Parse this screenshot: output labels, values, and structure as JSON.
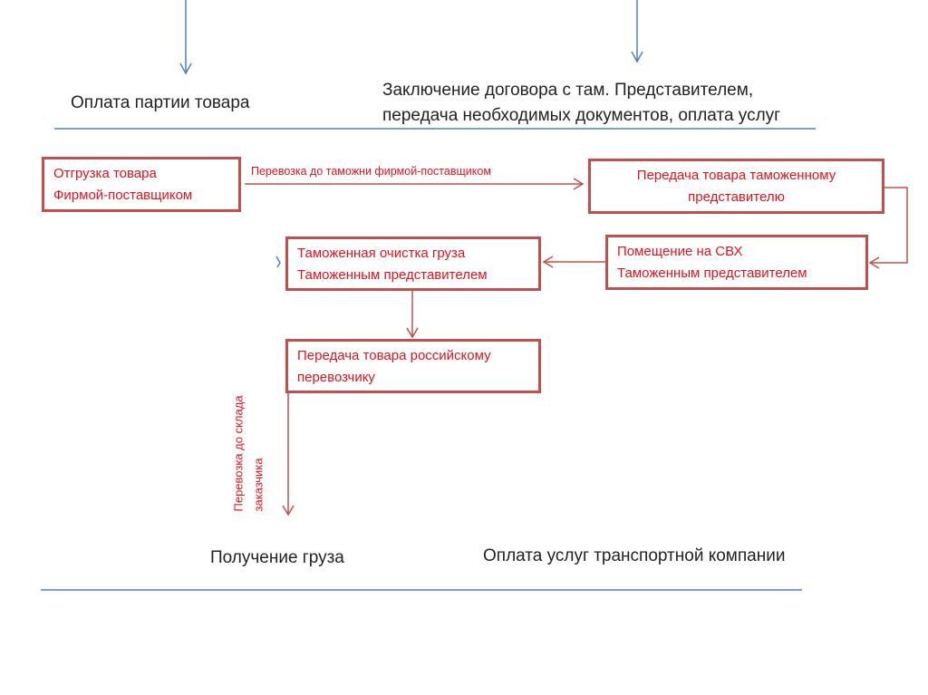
{
  "top_labels": {
    "left": "Оплата партии товара",
    "right_line1": "Заключение договора с там. Представителем,",
    "right_line2": "передача необходимых документов, оплата услуг"
  },
  "boxes": {
    "shipment": [
      "Отгрузка товара",
      "Фирмой-поставщиком"
    ],
    "handover_customs": [
      "Передача товара таможенному",
      "представителю"
    ],
    "warehouse": [
      "Помещение на СВХ",
      "Таможенным представителем"
    ],
    "clearance": [
      "Таможенная очистка груза",
      "Таможенным представителем"
    ],
    "handover_carrier": [
      "Передача товара российскому",
      "перевозчику"
    ]
  },
  "arrow_labels": {
    "to_customs": "Перевозка до таможни фирмой-поставщиком",
    "to_warehouse_line1": "Перевозка до склада",
    "to_warehouse_line2": "заказчика"
  },
  "bottom_labels": {
    "left": "Получение груза",
    "right": "Оплата услуг транспортной компании"
  },
  "colors": {
    "box_border": "#c0504d",
    "box_text": "#e0141e",
    "blue": "#4f81bd"
  }
}
